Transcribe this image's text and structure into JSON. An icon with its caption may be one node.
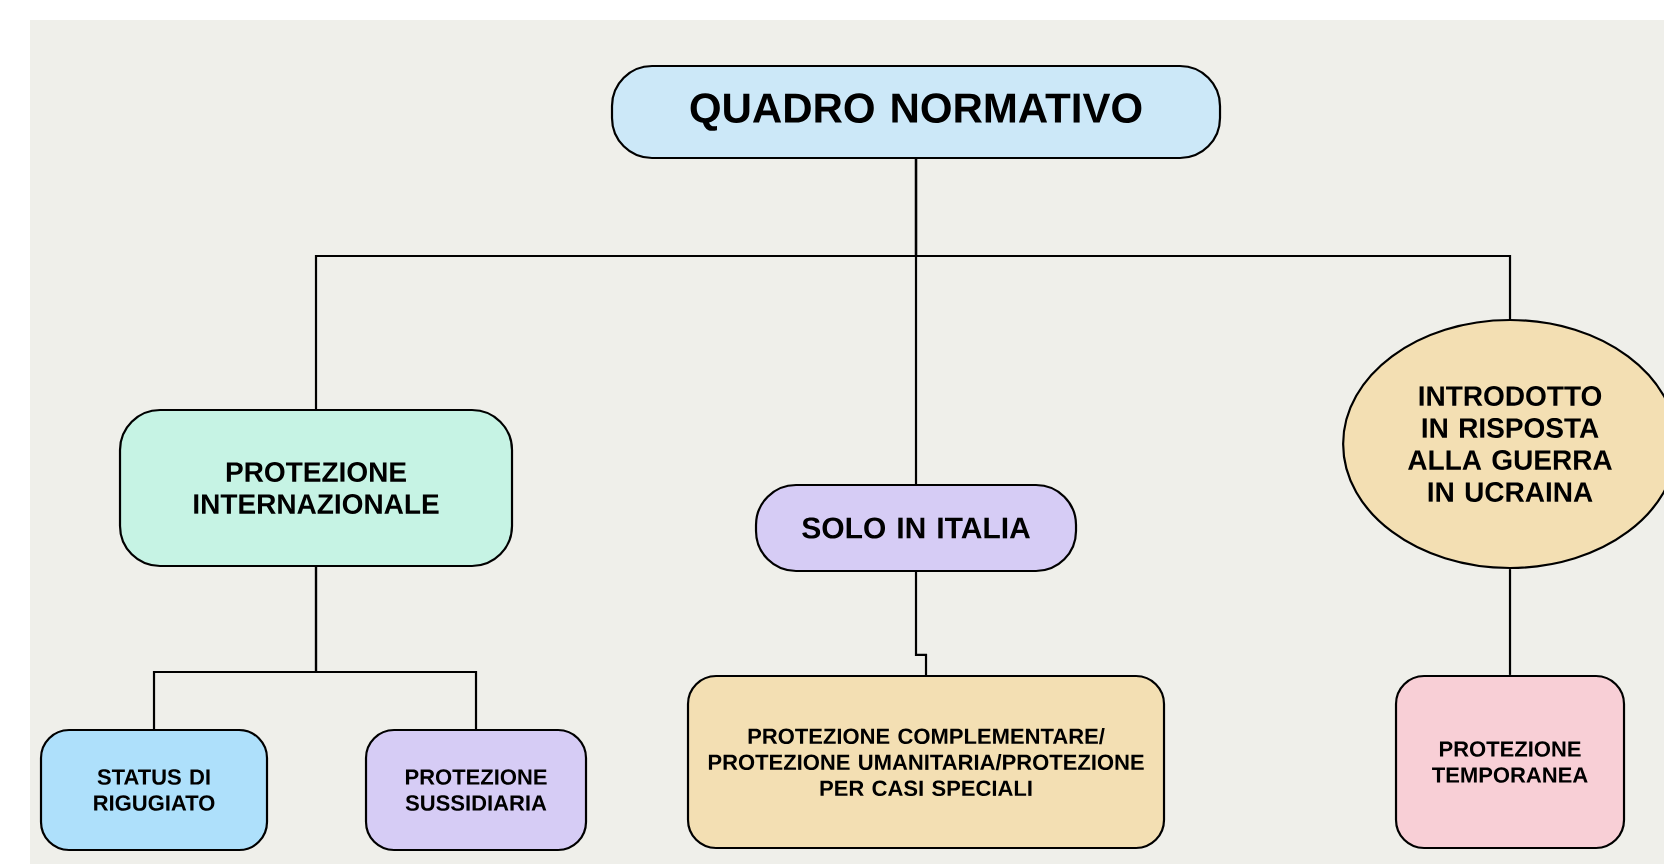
{
  "diagram": {
    "nodes": [
      {
        "text": [
          "QUADRO NORMATIVO"
        ]
      },
      {
        "text": [
          "PROTEZIONE INTERNAZIONALE"
        ]
      },
      {
        "text": [
          "SOLO IN ITALIA"
        ]
      },
      {
        "text": [
          "INTRODOTTO IN RISPOSTA ALLA GUERRA IN UCRAINA"
        ]
      },
      {
        "text": [
          "STATUS DI RIGUGIATO"
        ]
      },
      {
        "text": [
          "PROTEZIONE SUSSIDIARIA"
        ]
      },
      {
        "text": [
          "PROTEZIONE COMPLEMENTARE/ PROTEZIONE UMANITARIA/PROTEZIONE PER CASI SPECIALI"
        ]
      },
      {
        "text": [
          "PROTEZIONE TEMPORANEA"
        ]
      }
    ],
    "edges": [
      {
        "from": 0,
        "to": 1,
        "arrow": "none"
      },
      {
        "from": 0,
        "to": 2,
        "arrow": "none"
      },
      {
        "from": 0,
        "to": 3,
        "arrow": "none"
      },
      {
        "from": 1,
        "to": 4,
        "arrow": "none"
      },
      {
        "from": 1,
        "to": 5,
        "arrow": "none"
      },
      {
        "from": 2,
        "to": 6,
        "arrow": "none"
      },
      {
        "from": 3,
        "to": 7,
        "arrow": "none"
      }
    ]
  }
}
